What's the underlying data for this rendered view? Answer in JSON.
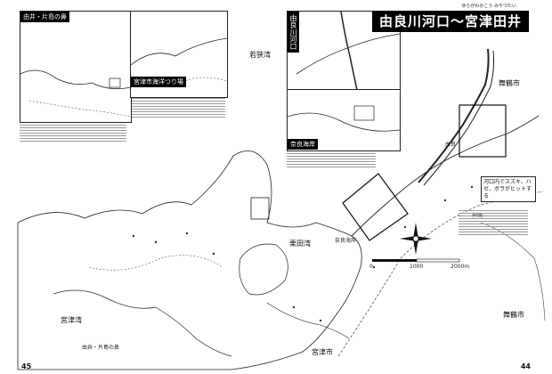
{
  "title": {
    "main": "由良川河口〜宮津田井",
    "furigana": "ゆらがわかこう    みやづたい"
  },
  "insets": {
    "tai_tag": "由井・片島の鼻",
    "fishing_park": "宮津市海洋つり場",
    "yuragawa_estuary": "由良川河口",
    "nara_coast": "奈良海岸"
  },
  "place_labels": {
    "wakasa_bay": "若狭湾",
    "kurita_bay": "栗田湾",
    "miyazu_bay": "宮津湾",
    "maizuru_city": "舞鶴市",
    "miyazu_city": "宮津市",
    "yura": "由良",
    "kanzaki": "神崎",
    "nara_kaigan": "奈良海岸",
    "katashima": "由井・片島の鼻"
  },
  "scale": {
    "zero": "0",
    "mid": "1000",
    "end": "2000m"
  },
  "callout_note": "河口内でスズキ、ハゼ、ボラがヒットする",
  "page_numbers": {
    "left": "45",
    "right": "44"
  }
}
